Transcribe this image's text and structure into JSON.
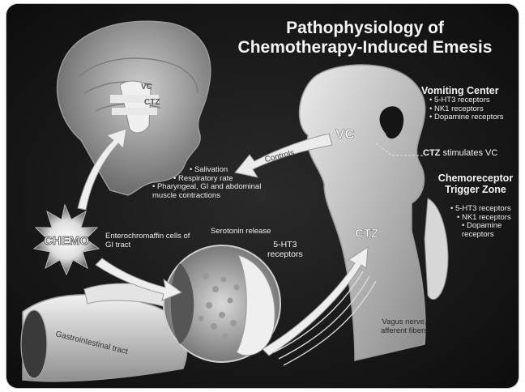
{
  "title_line1": "Pathophysiology of",
  "title_line2": "Chemotherapy-Induced Emesis",
  "brain_labels": {
    "vc": "VC",
    "ctz": "CTZ"
  },
  "chemo": "CHEMO",
  "vomiting_center": {
    "title": "Vomiting Center",
    "items": [
      "5-HT3 receptors",
      "NK1 receptors",
      "Dopamine receptors"
    ]
  },
  "ctz_stimulates": {
    "bold": "CTZ",
    "rest": " stimulates VC"
  },
  "controls": "Controls",
  "vc_mark": "VC",
  "effects": [
    "Salivation",
    "Respiratory rate",
    "Pharyngeal, GI and abdominal muscle contractions"
  ],
  "chemoreceptor": {
    "title_line1": "Chemoreceptor",
    "title_line2": "Trigger Zone",
    "items": [
      "5-HT3 receptors",
      "NK1 receptors",
      "Dopamine receptors"
    ]
  },
  "ctz_mark": "CTZ",
  "enterochromaffin": "Enterochromaffin cells of GI tract",
  "serotonin_release": "Serotonin release",
  "receptors_5ht3": {
    "line1": "5-HT3",
    "line2": "receptors"
  },
  "gi_tract": "Gastrointestinal tract",
  "vagus": {
    "line1": "Vagus nerve,",
    "line2": "afferent fibers"
  },
  "colors": {
    "background": "#0f0f0f",
    "text": "#f2f2f2",
    "figure": "#cfcfcf"
  }
}
